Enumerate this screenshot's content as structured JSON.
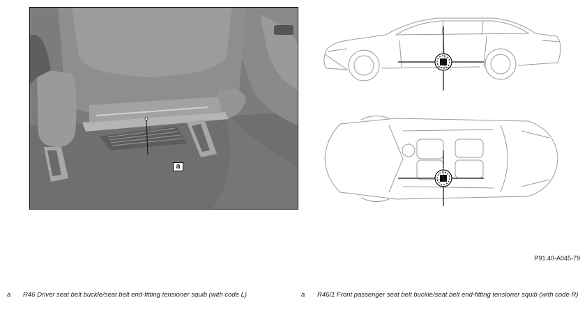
{
  "figure": {
    "callout_label": "a",
    "reference_code": "P91.40-A045-79"
  },
  "legend": [
    {
      "letter": "a",
      "text": "R46 Driver seat belt buckle/seat belt end-fitting tensioner squib (with code L)"
    },
    {
      "letter": "a",
      "text": "R46/1 Front passenger seat belt buckle/seat belt end-fitting tensioner squib (with code R)"
    }
  ],
  "colors": {
    "photo_background": "#7a7a7a",
    "line_art": "#9a9a9a",
    "marker": "#111111"
  }
}
